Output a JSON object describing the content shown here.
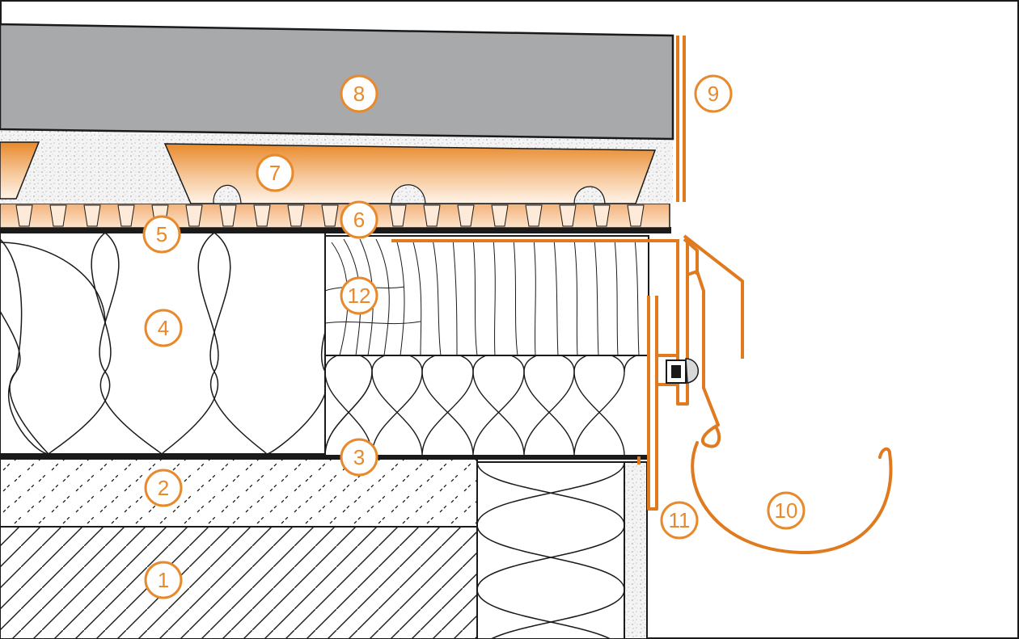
{
  "colors": {
    "accent": "#E8892B",
    "profile": "#E07A1F",
    "tile": "#A8A9AB",
    "line": "#1A1A1A",
    "background": "#FFFFFF",
    "mortar": "#EFEFEF"
  },
  "labels": [
    {
      "id": "1",
      "text": "1"
    },
    {
      "id": "2",
      "text": "2"
    },
    {
      "id": "3",
      "text": "3"
    },
    {
      "id": "4",
      "text": "4"
    },
    {
      "id": "5",
      "text": "5"
    },
    {
      "id": "6",
      "text": "6"
    },
    {
      "id": "7",
      "text": "7"
    },
    {
      "id": "8",
      "text": "8"
    },
    {
      "id": "9",
      "text": "9"
    },
    {
      "id": "10",
      "text": "10"
    },
    {
      "id": "11",
      "text": "11"
    },
    {
      "id": "12",
      "text": "12"
    }
  ]
}
